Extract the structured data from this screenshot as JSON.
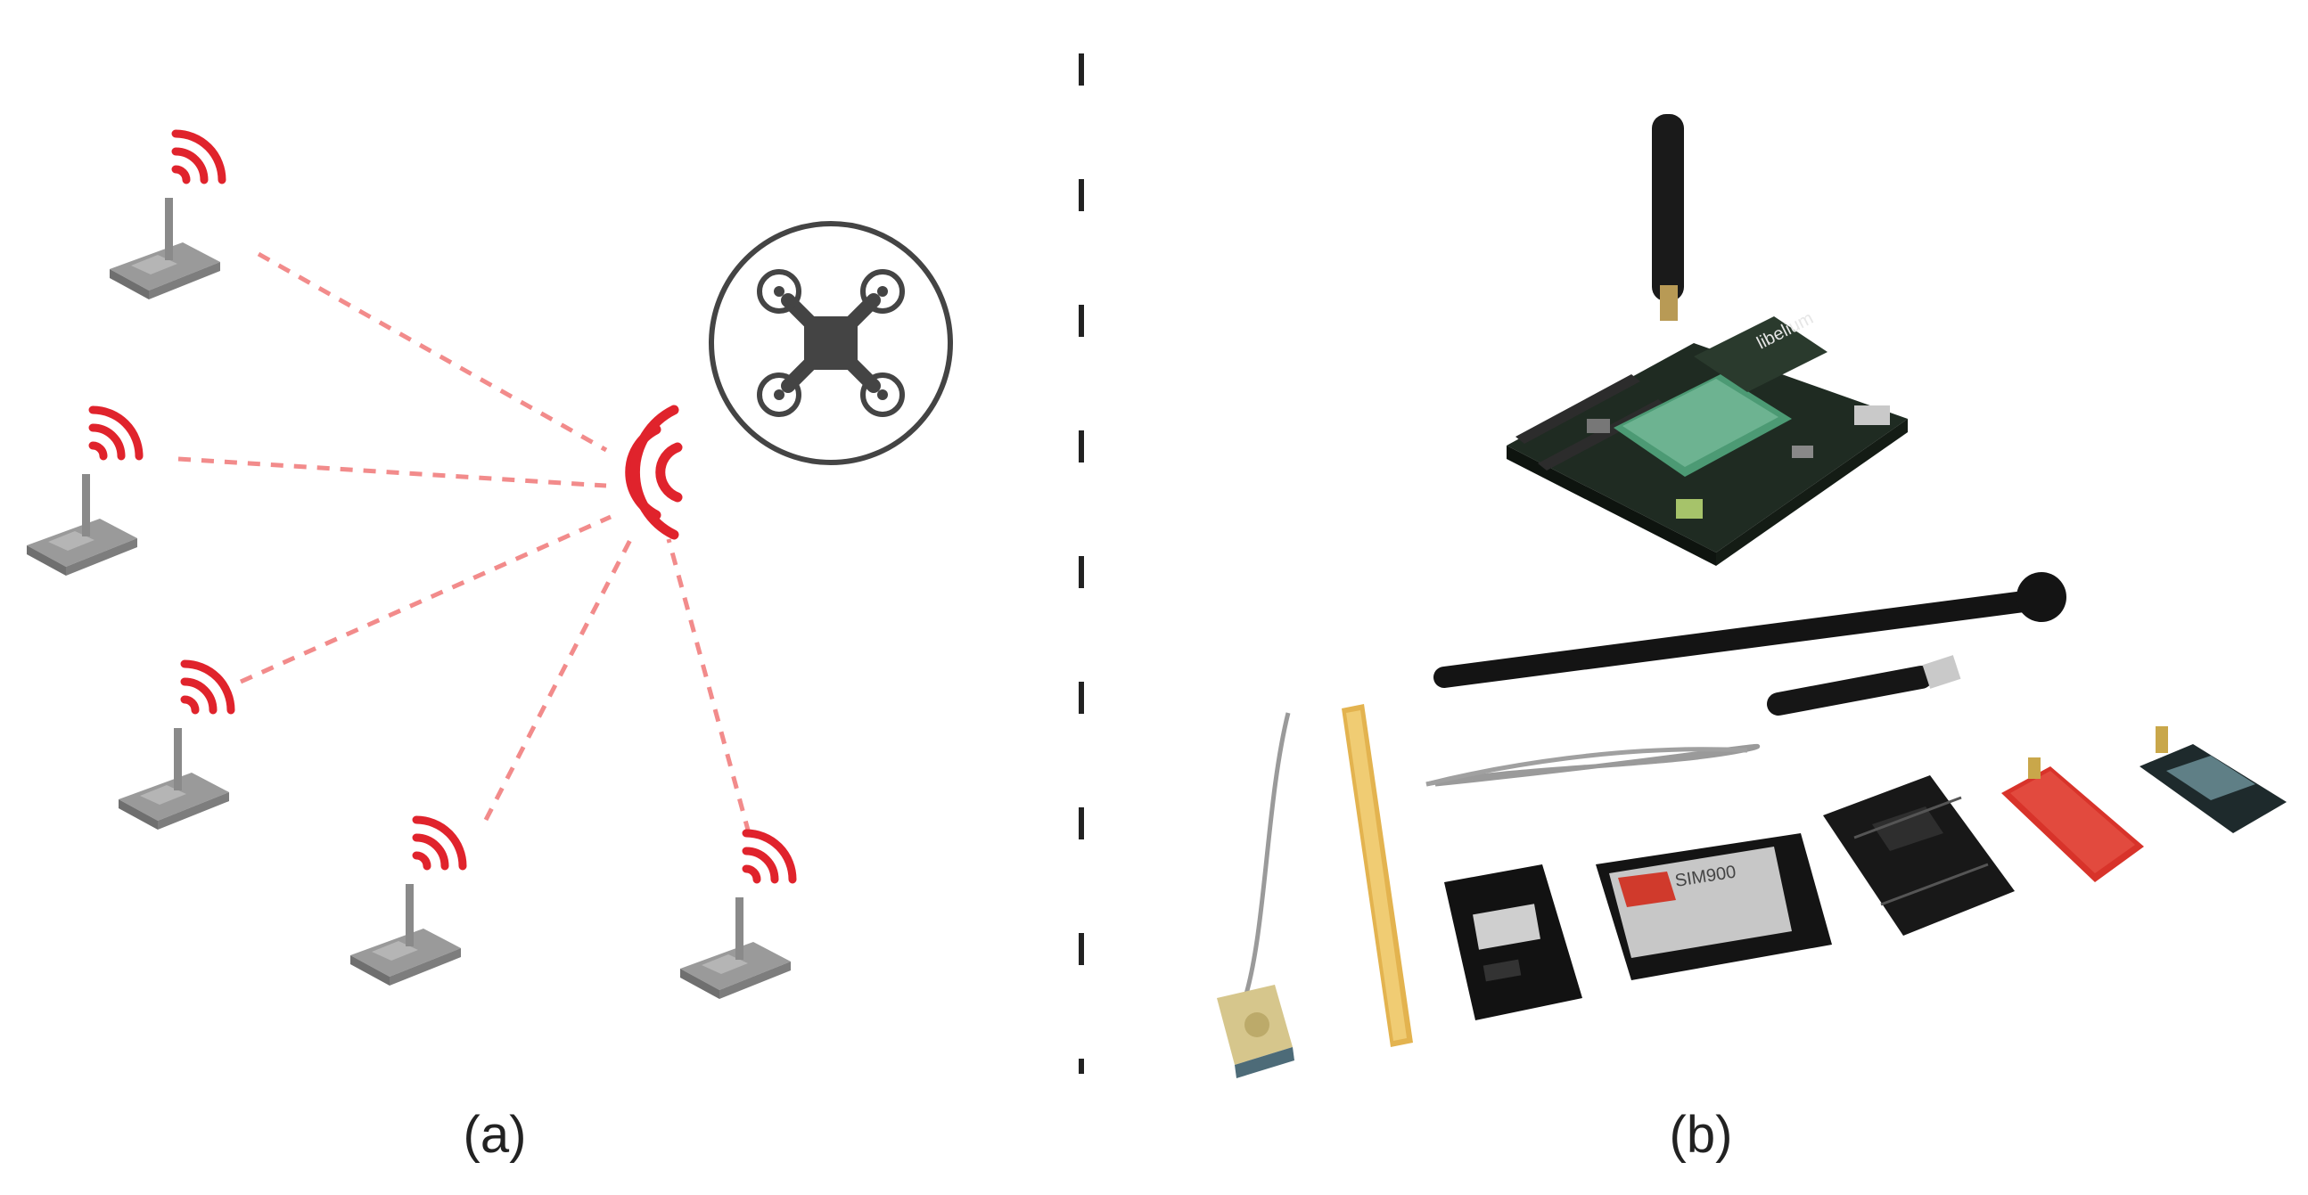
{
  "panel_a": {
    "caption": "(a)",
    "uav_icon": "quadcopter-drone-icon",
    "hub_icon": "wireless-signal-icon",
    "node_icon": "wireless-router-icon",
    "link_color": "#f28b8b",
    "signal_color": "#e0232c",
    "node_color": "#8c8c8c"
  },
  "panel_b": {
    "caption": "(b)",
    "silkscreen_mainboard": "libelium",
    "silkscreen_gprs": "SIM900"
  },
  "divider": {
    "style": "dashed"
  }
}
